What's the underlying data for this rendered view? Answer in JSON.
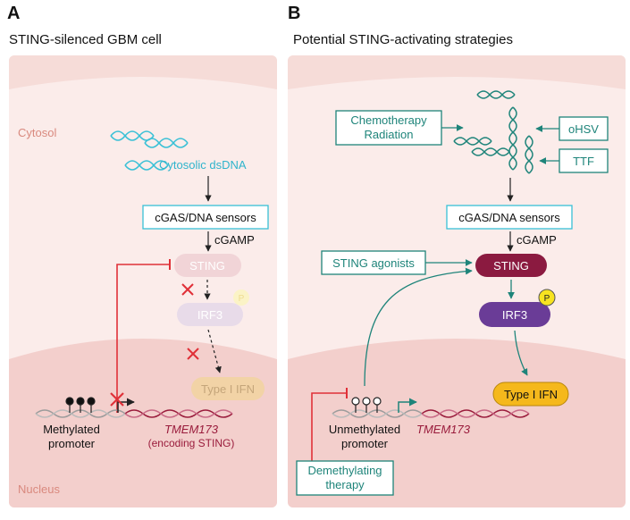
{
  "panel_a": {
    "letter": "A",
    "title": "STING-silenced GBM cell",
    "cytosol_label": "Cytosol",
    "nucleus_label": "Nucleus",
    "dsdna_label": "Cytosolic dsDNA",
    "sensor_label": "cGAS/DNA sensors",
    "cgamp_label": "cGAMP",
    "sting_label": "STING",
    "irf3_label": "IRF3",
    "p_label": "P",
    "ifn_label": "Type I IFN",
    "promoter_line1": "Methylated",
    "promoter_line2": "promoter",
    "gene_label": "TMEM173",
    "gene_sub": "(encoding STING)"
  },
  "panel_b": {
    "letter": "B",
    "title": "Potential STING-activating strategies",
    "chemo_line1": "Chemotherapy",
    "chemo_line2": "Radiation",
    "ohsv_label": "oHSV",
    "ttf_label": "TTF",
    "sensor_label": "cGAS/DNA sensors",
    "cgamp_label": "cGAMP",
    "agonist_label": "STING agonists",
    "sting_label": "STING",
    "irf3_label": "IRF3",
    "p_label": "P",
    "ifn_label": "Type I IFN",
    "promoter_line1": "Unmethylated",
    "promoter_line2": "promoter",
    "gene_label": "TMEM173",
    "demeth_line1": "Demethylating",
    "demeth_line2": "therapy"
  },
  "colors": {
    "cytosol": "#fbecea",
    "nucleus": "#f3cfcc",
    "teal": "#1e847a",
    "cyan_dna": "#38c0d6",
    "sting_active": "#8b1a40",
    "irf3_active": "#6a3c97",
    "ifn_active": "#f5b81c",
    "red_inhibit": "#e03038",
    "gene_red": "#9a1c3c"
  }
}
